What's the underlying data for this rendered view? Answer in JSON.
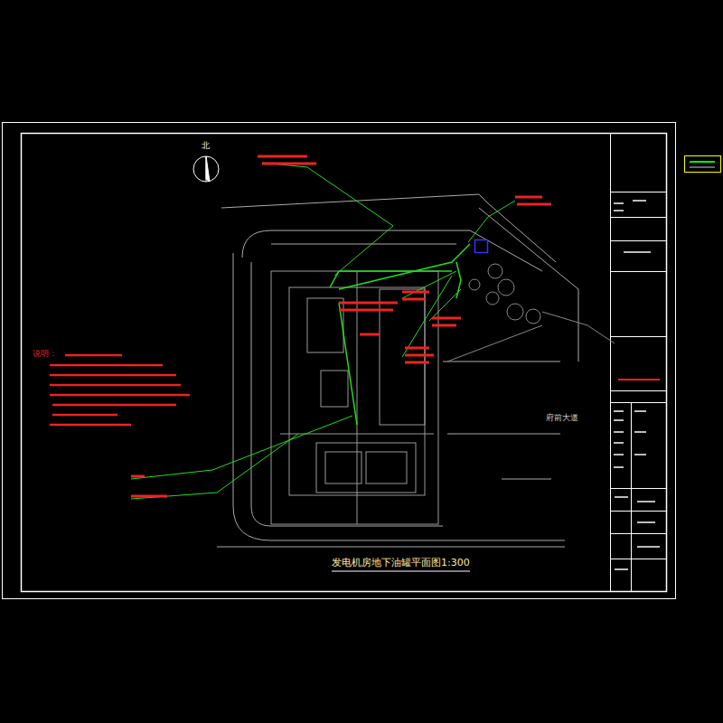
{
  "diagram": {
    "title": "发电机房地下油罐平面图1:300",
    "labels": [
      "北",
      "说明：",
      "府前大道"
    ]
  }
}
